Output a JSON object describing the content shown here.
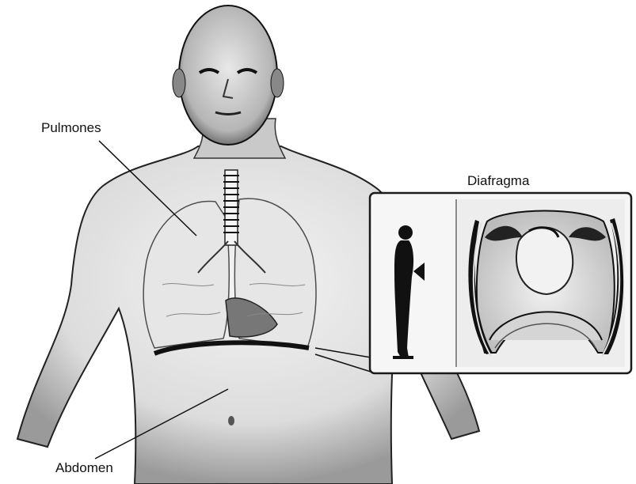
{
  "labels": {
    "lungs": "Pulmones",
    "abdomen": "Abdomen",
    "diaphragm": "Diafragma"
  },
  "colors": {
    "ink": "#111111",
    "skin_shade": "#cfcfcf",
    "inset_border": "#1a1a1a"
  }
}
